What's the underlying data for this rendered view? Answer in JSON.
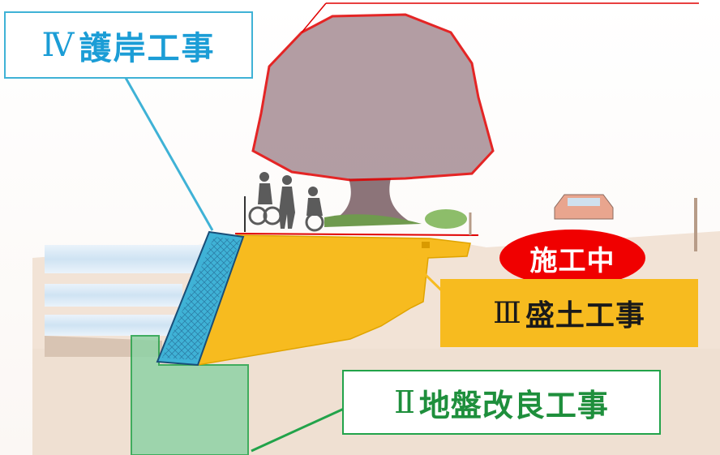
{
  "labels": {
    "revetment": {
      "numeral": "Ⅳ",
      "text": "護岸工事"
    },
    "embankment": {
      "numeral": "Ⅲ",
      "text": "盛土工事"
    },
    "ground_improvement": {
      "numeral": "Ⅱ",
      "text": "地盤改良工事"
    }
  },
  "status_badge": "施工中",
  "colors": {
    "revetment": "#3fb2d6",
    "embankment": "#f7bb1f",
    "ground_improvement": "#22a34a",
    "tree_highlight": "#e00000",
    "badge": "#f00000"
  },
  "icons": [
    "tree-icon",
    "cyclist-icon",
    "pedestrian-icon",
    "wheelchair-user-icon",
    "car-icon"
  ]
}
